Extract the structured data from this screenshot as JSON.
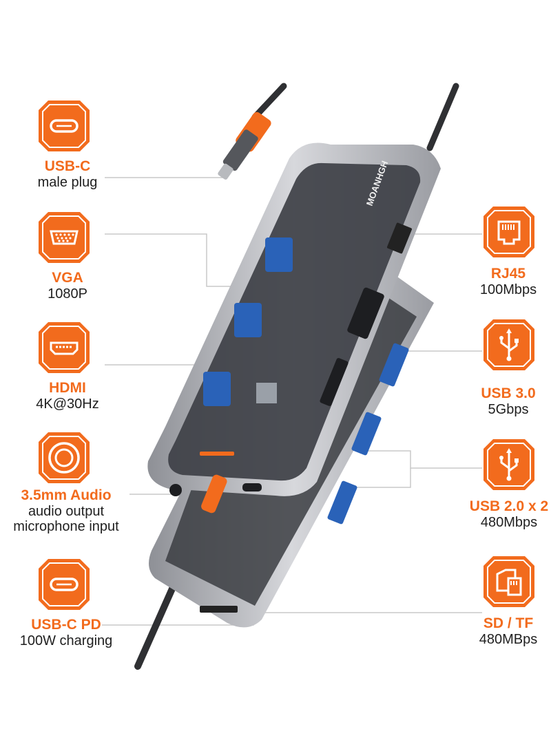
{
  "theme": {
    "accent": "#f26b1d",
    "text": "#1f1f1f",
    "body": "#9a9ca0",
    "body_dark": "#3b3d42"
  },
  "product": {
    "brand_mark": "MOANHGH"
  },
  "ports": {
    "usbc_plug": {
      "title": "USB-C",
      "subtitle": "male plug",
      "icon": "usb-c-icon"
    },
    "vga": {
      "title": "VGA",
      "subtitle": "1080P",
      "icon": "vga-icon"
    },
    "hdmi": {
      "title": "HDMI",
      "subtitle": "4K@30Hz",
      "icon": "hdmi-icon"
    },
    "audio": {
      "title": "3.5mm Audio",
      "subtitle": "audio output",
      "subtitle2": "microphone input",
      "icon": "audio-jack-icon"
    },
    "usbc_pd": {
      "title": "USB-C PD",
      "subtitle": "100W charging",
      "icon": "usb-c-icon"
    },
    "rj45": {
      "title": "RJ45",
      "subtitle": "100Mbps",
      "icon": "ethernet-icon"
    },
    "usb3": {
      "title": "USB 3.0",
      "subtitle": "5Gbps",
      "icon": "usb-icon"
    },
    "usb2": {
      "title": "USB 2.0 x 2",
      "subtitle": "480Mbps",
      "icon": "usb-icon"
    },
    "sdtf": {
      "title": "SD / TF",
      "subtitle": "480MBps",
      "icon": "sd-card-icon"
    }
  }
}
